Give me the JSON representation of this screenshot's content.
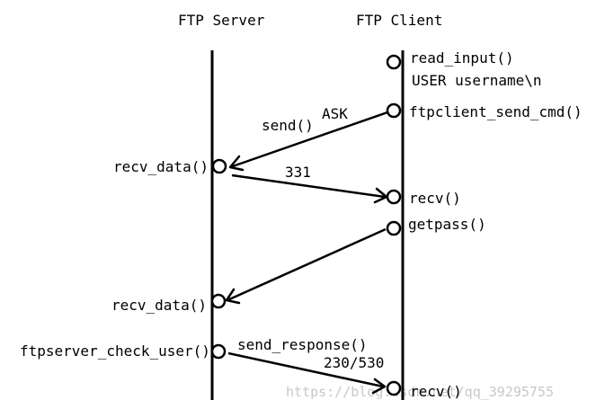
{
  "headers": {
    "server": "FTP Server",
    "client": "FTP Client"
  },
  "client_labels": {
    "read_input": "read_input()",
    "user_cmd": "USER username\\n",
    "send_cmd": "ftpclient_send_cmd()",
    "recv1": "recv()",
    "getpass": "getpass()",
    "recv2": "recv()"
  },
  "server_labels": {
    "recv_data1": "recv_data()",
    "recv_data2": "recv_data()",
    "check_user": "ftpserver_check_user()"
  },
  "messages": {
    "ask": "ASK",
    "send": "send()",
    "code_331": "331",
    "send_response": "send_response()",
    "code_230_530": "230/530"
  },
  "watermark": "https://blog.csdn.net/qq_39295755"
}
